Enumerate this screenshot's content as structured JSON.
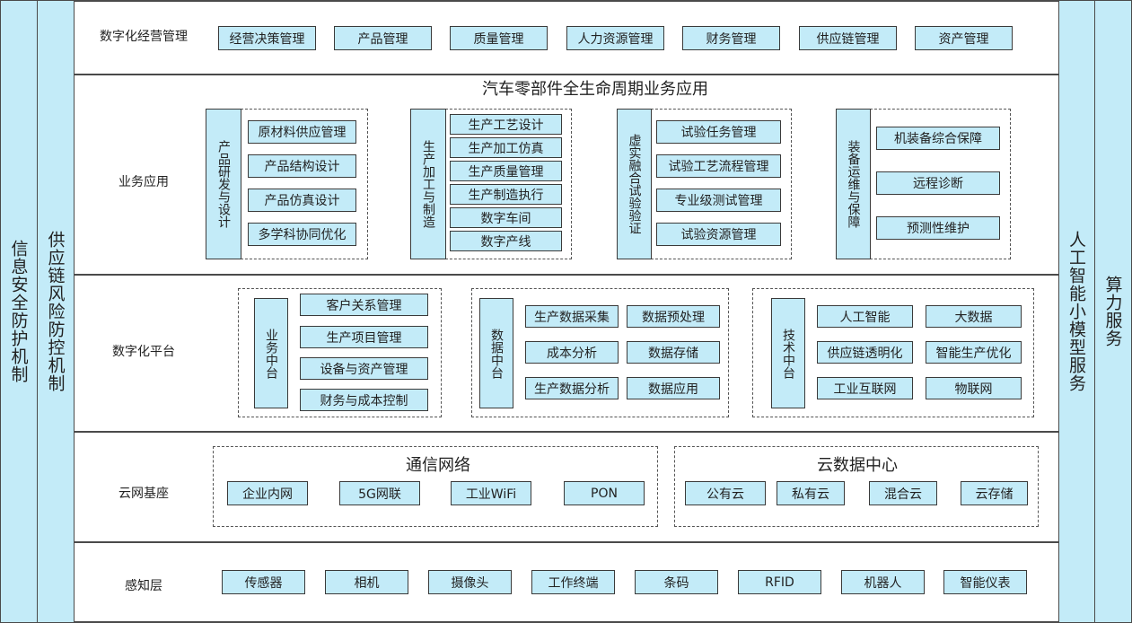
{
  "left_columns": [
    "信息安全防护机制",
    "供应链风险防控机制"
  ],
  "right_columns": [
    "人工智能小模型服务",
    "算力服务"
  ],
  "layers": {
    "management": {
      "label": "数字化经营管理",
      "items": [
        "经营决策管理",
        "产品管理",
        "质量管理",
        "人力资源管理",
        "财务管理",
        "供应链管理",
        "资产管理"
      ]
    },
    "business": {
      "label": "业务应用",
      "title": "汽车零部件全生命周期业务应用",
      "groups": [
        {
          "name": "产品研发与设计",
          "items": [
            "原材料供应管理",
            "产品结构设计",
            "产品仿真设计",
            "多学科协同优化"
          ]
        },
        {
          "name": "生产加工与制造",
          "items": [
            "生产工艺设计",
            "生产加工仿真",
            "生产质量管理",
            "生产制造执行",
            "数字车间",
            "数字产线"
          ]
        },
        {
          "name": "虚实融合试验验证",
          "items": [
            "试验任务管理",
            "试验工艺流程管理",
            "专业级测试管理",
            "试验资源管理"
          ]
        },
        {
          "name": "装备运维与保障",
          "items": [
            "机装备综合保障",
            "远程诊断",
            "预测性维护"
          ]
        }
      ]
    },
    "platform": {
      "label": "数字化平台",
      "groups": [
        {
          "name": "业务中台",
          "items": [
            "客户关系管理",
            "生产项目管理",
            "设备与资产管理",
            "财务与成本控制"
          ]
        },
        {
          "name": "数据中台",
          "items": [
            "生产数据采集",
            "数据预处理",
            "成本分析",
            "数据存储",
            "生产数据分析",
            "数据应用"
          ]
        },
        {
          "name": "技术中台",
          "items": [
            "人工智能",
            "大数据",
            "供应链透明化",
            "智能生产优化",
            "工业互联网",
            "物联网"
          ]
        }
      ]
    },
    "cloud": {
      "label": "云网基座",
      "groups": [
        {
          "name": "通信网络",
          "items": [
            "企业内网",
            "5G网联",
            "工业WiFi",
            "PON"
          ]
        },
        {
          "name": "云数据中心",
          "items": [
            "公有云",
            "私有云",
            "混合云",
            "云存储"
          ]
        }
      ]
    },
    "perception": {
      "label": "感知层",
      "items": [
        "传感器",
        "相机",
        "摄像头",
        "工作终端",
        "条码",
        "RFID",
        "机器人",
        "智能仪表"
      ]
    }
  }
}
